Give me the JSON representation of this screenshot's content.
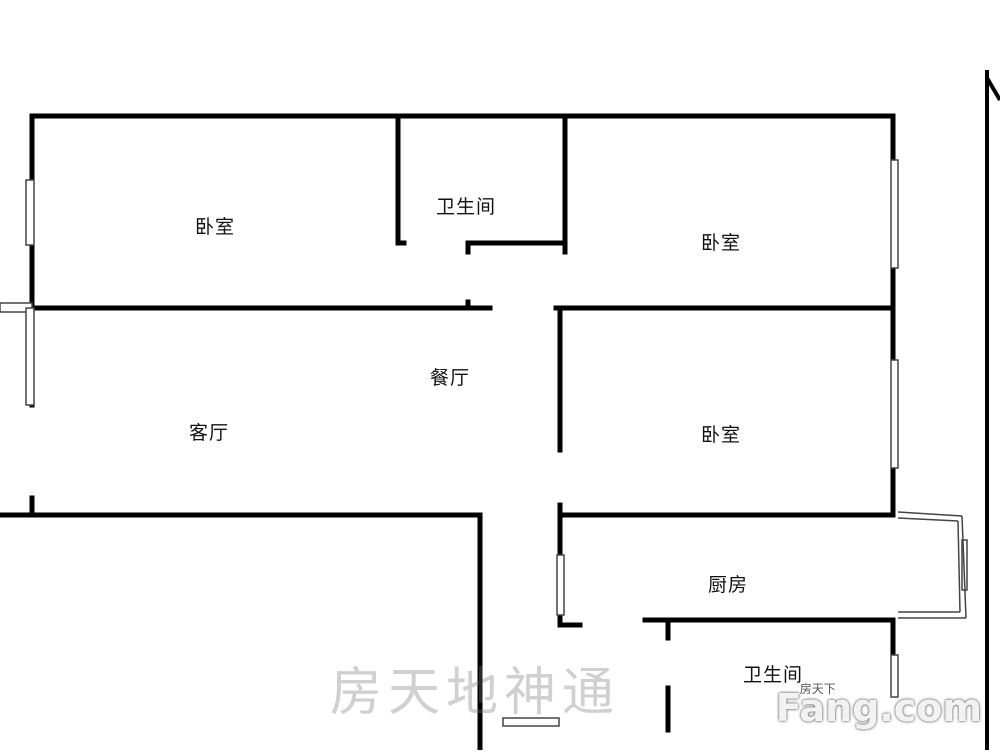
{
  "rooms": {
    "bedroom_top_left": "卧室",
    "bathroom_top": "卫生间",
    "bedroom_top_right": "卧室",
    "dining": "餐厅",
    "living": "客厅",
    "bedroom_mid_right": "卧室",
    "kitchen": "厨房",
    "bathroom_bottom": "卫生间"
  },
  "watermark": "房天地神通",
  "brand": {
    "name": "Fang.com",
    "tag": "房天下"
  },
  "colors": {
    "wall": "#000000",
    "background": "#ffffff"
  }
}
